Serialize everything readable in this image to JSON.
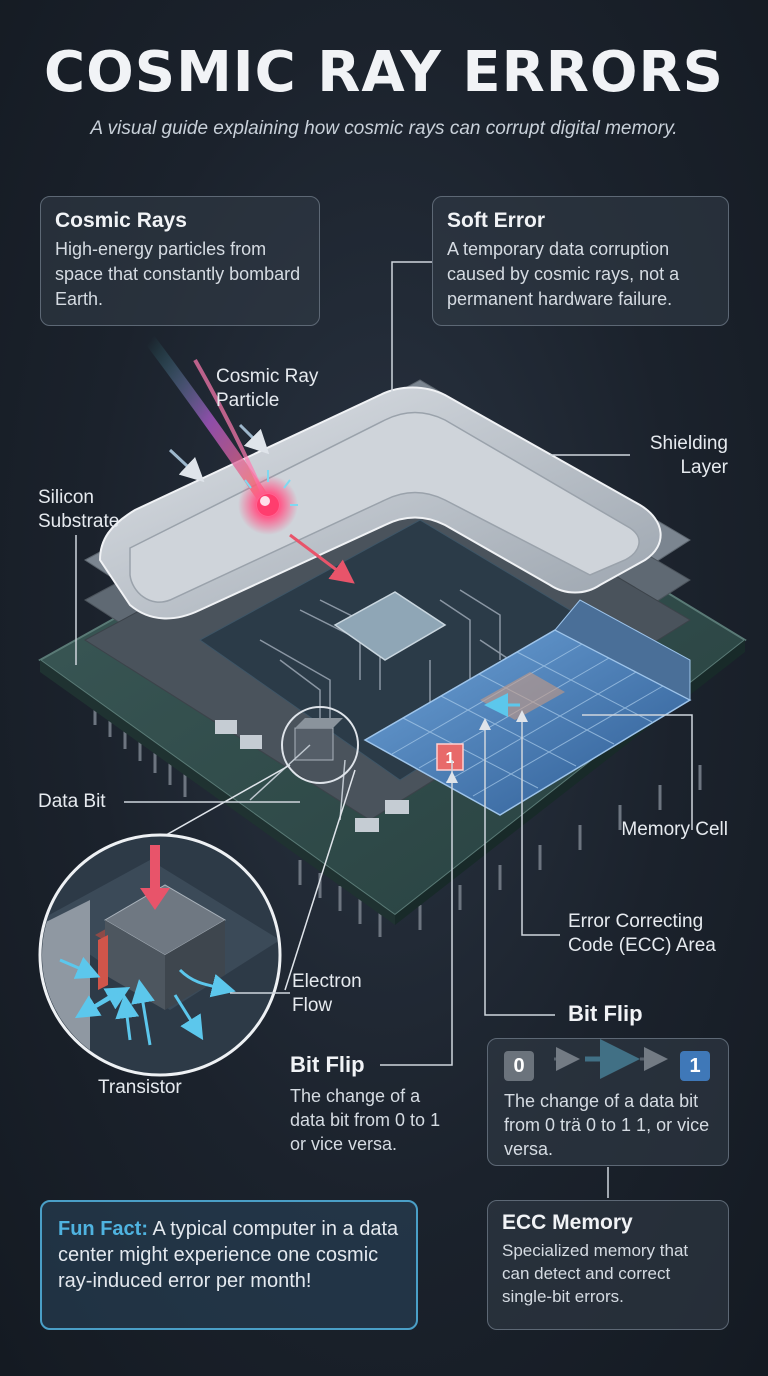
{
  "title": "COSMIC RAY ERRORS",
  "subtitle": "A visual guide explaining how cosmic rays can corrupt digital memory.",
  "cards": {
    "cosmic_rays": {
      "heading": "Cosmic Rays",
      "text": "High-energy particles from space that constantly bombard Earth."
    },
    "soft_error": {
      "heading": "Soft Error",
      "text": "A temporary data corruption caused by cosmic rays, not a permanent hardware failure."
    },
    "ecc_memory": {
      "heading": "ECC Memory",
      "text": "Specialized memory that can detect and correct single-bit errors."
    }
  },
  "labels": {
    "cosmic_ray_particle": "Cosmic Ray Particle",
    "shielding_layer": "Shielding Layer",
    "silicon_substrate": "Silicon Substrate",
    "data_bit": "Data Bit",
    "memory_cell": "Memory Cell",
    "ecc_area": "Error Correcting Code (ECC) Area",
    "electron_flow": "Electron Flow",
    "transistor": "Transistor"
  },
  "bit_flip": {
    "heading": "Bit Flip",
    "text": "The change of a data bit from 0 to 1 or vice versa.",
    "diagram_heading": "Bit Flip",
    "from_bit": "0",
    "to_bit": "1",
    "diagram_text": "The change of a data bit from 0 trä 0 to 1 1, or vice versa.",
    "chip_bit": "1"
  },
  "fun_fact": {
    "keyword": "Fun Fact:",
    "text": " A typical computer in a data center might experience one cosmic ray-induced error per month!"
  },
  "colors": {
    "background": "#1b222c",
    "accent_blue": "#4fb3e0",
    "ray_red": "#e8546a",
    "memory_blue": "#3f78b8"
  }
}
